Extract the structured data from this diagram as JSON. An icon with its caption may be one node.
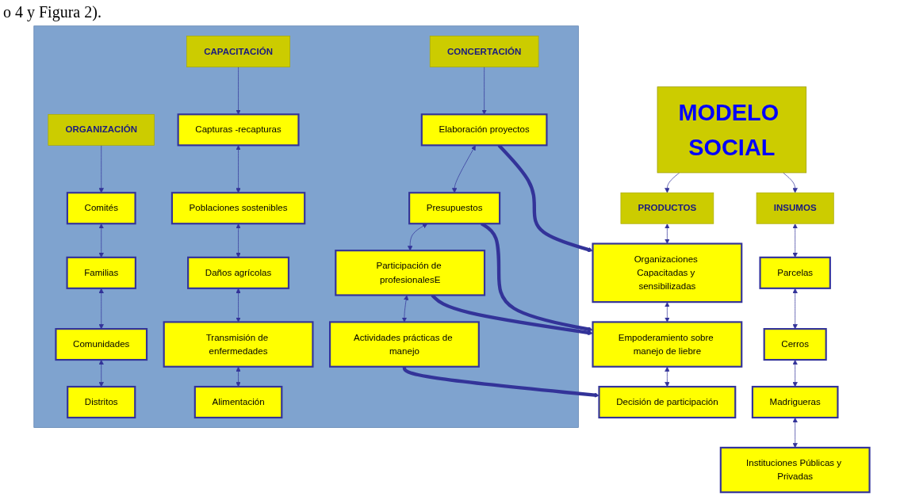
{
  "diagram": {
    "nodes": [
      {
        "text": [
          "MODELO SOCIAL"
        ]
      },
      {
        "text": [
          "INSUMOS"
        ]
      },
      {
        "text": [
          "Parcelas"
        ]
      },
      {
        "text": [
          "Cerros"
        ]
      },
      {
        "text": [
          "Madrigueras"
        ]
      },
      {
        "text": [
          "Instituciones Públicas y Privadas"
        ]
      },
      {
        "text": [],
        "shape": "box"
      },
      {
        "text": [
          "ORGANIZACIÓN"
        ],
        "in": 6
      },
      {
        "text": [
          "Comités"
        ],
        "in": 6
      },
      {
        "text": [
          "Familias"
        ],
        "in": 6
      },
      {
        "text": [
          "Comunidades"
        ],
        "in": 6
      },
      {
        "text": [
          "Distritos"
        ],
        "in": 6
      },
      {
        "text": [
          "CAPACITACIÓN"
        ],
        "in": 6
      },
      {
        "text": [
          "Capturas -recapturas"
        ],
        "in": 6
      },
      {
        "text": [
          "Poblaciones sostenibles"
        ],
        "in": 6
      },
      {
        "text": [
          "Daños agrícolas"
        ],
        "in": 6
      },
      {
        "text": [
          "Transmisión de enfermedades"
        ],
        "in": 6
      },
      {
        "text": [
          "Alimentación"
        ],
        "in": 6
      },
      {
        "text": [
          "CONCERTACIÓN"
        ],
        "in": 6
      },
      {
        "text": [
          "Elaboración proyectos"
        ],
        "in": 6
      },
      {
        "text": [
          "Presupuestos"
        ],
        "in": 6
      },
      {
        "text": [
          "Participación de profesionalesE"
        ],
        "in": 6
      },
      {
        "text": [
          "Actividades prácticas de manejo"
        ],
        "in": 6
      },
      {
        "text": [
          "PRODUCTOS"
        ]
      },
      {
        "text": [
          "Organizaciones Capacitadas y sensibilizadas"
        ]
      },
      {
        "text": [
          "Empoderamiento sobre manejo de liebre"
        ]
      },
      {
        "text": [
          "Decisión de participación"
        ]
      }
    ],
    "edges": [
      {
        "from": 0,
        "to": 1,
        "arrow": "to"
      },
      {
        "from": 0,
        "to": 23,
        "arrow": "to"
      },
      {
        "from": 1,
        "to": 2,
        "arrow": "both"
      },
      {
        "from": 2,
        "to": 3,
        "arrow": "both"
      },
      {
        "from": 3,
        "to": 4,
        "arrow": "both"
      },
      {
        "from": 4,
        "to": 5,
        "arrow": "both"
      },
      {
        "from": 7,
        "to": 8,
        "arrow": "to"
      },
      {
        "from": 8,
        "to": 9,
        "arrow": "both"
      },
      {
        "from": 9,
        "to": 10,
        "arrow": "both"
      },
      {
        "from": 10,
        "to": 11,
        "arrow": "both"
      },
      {
        "from": 12,
        "to": 13,
        "arrow": "to"
      },
      {
        "from": 13,
        "to": 14,
        "arrow": "both"
      },
      {
        "from": 14,
        "to": 15,
        "arrow": "both"
      },
      {
        "from": 15,
        "to": 16,
        "arrow": "both"
      },
      {
        "from": 16,
        "to": 17,
        "arrow": "both"
      },
      {
        "from": 18,
        "to": 19,
        "arrow": "to"
      },
      {
        "from": 19,
        "to": 20,
        "arrow": "both"
      },
      {
        "from": 20,
        "to": 21,
        "arrow": "both"
      },
      {
        "from": 21,
        "to": 22,
        "arrow": "both"
      },
      {
        "from": 19,
        "to": 24,
        "arrow": "to",
        "style": "thick"
      },
      {
        "from": 20,
        "to": 25,
        "arrow": "to",
        "style": "thick"
      },
      {
        "from": 21,
        "to": 25,
        "arrow": "to",
        "style": "thick"
      },
      {
        "from": 22,
        "to": 26,
        "arrow": "to",
        "style": "thick"
      },
      {
        "from": 23,
        "to": 24,
        "arrow": "both"
      },
      {
        "from": 24,
        "to": 25,
        "arrow": "both"
      },
      {
        "from": 25,
        "to": 26,
        "arrow": "both"
      }
    ],
    "labels": [
      "o 4 y Figura 2)."
    ]
  }
}
